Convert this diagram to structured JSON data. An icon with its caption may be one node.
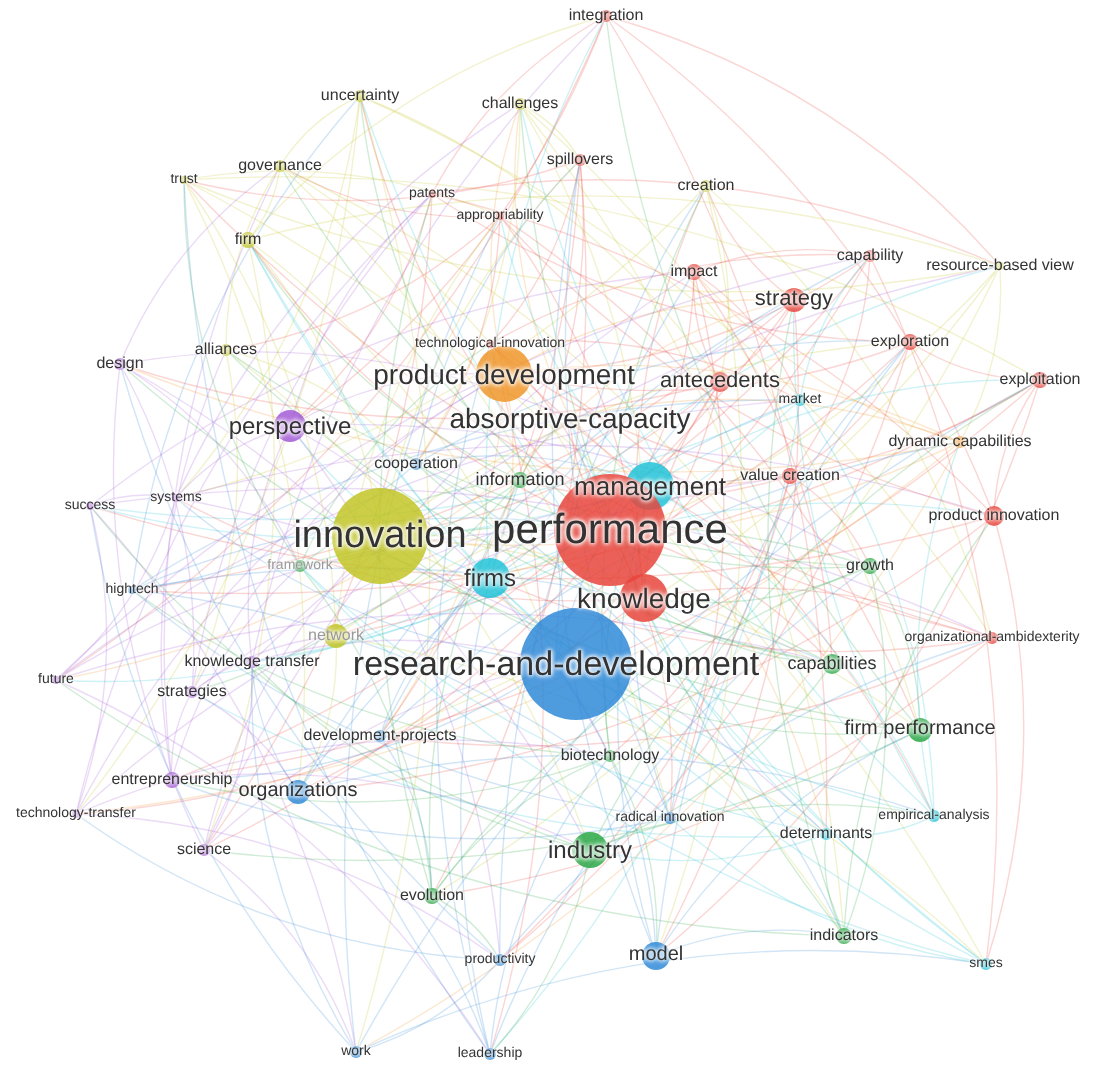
{
  "diagram": {
    "labels": [
      "integration",
      "uncertainty",
      "challenges",
      "governance",
      "trust",
      "spillovers",
      "patents",
      "creation",
      "appropriability",
      "impact",
      "capability",
      "resource-based view",
      "firm",
      "strategy",
      "alliances",
      "technological-innovation",
      "exploration",
      "product development",
      "antecedents",
      "exploitation",
      "design",
      "market",
      "perspective",
      "absorptive-capacity",
      "dynamic capabilities",
      "cooperation",
      "information",
      "management",
      "value creation",
      "systems",
      "success",
      "innovation",
      "performance",
      "product innovation",
      "framework",
      "firms",
      "knowledge",
      "growth",
      "hightech",
      "network",
      "organizational-ambidexterity",
      "knowledge transfer",
      "research-and-development",
      "capabilities",
      "future",
      "strategies",
      "development-projects",
      "firm performance",
      "biotechnology",
      "entrepreneurship",
      "organizations",
      "technology-transfer",
      "empirical-analysis",
      "science",
      "radical innovation",
      "determinants",
      "industry",
      "evolution",
      "indicators",
      "productivity",
      "model",
      "smes",
      "work",
      "leadership"
    ]
  }
}
